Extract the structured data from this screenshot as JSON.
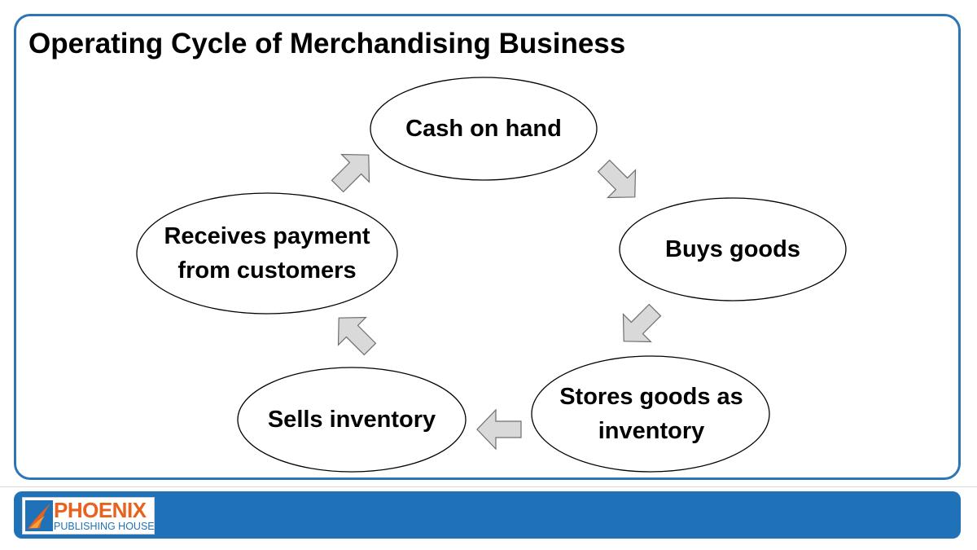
{
  "slide": {
    "title": "Operating Cycle of Merchandising Business"
  },
  "cycle": {
    "nodes": [
      {
        "id": "cash",
        "label": "Cash on hand"
      },
      {
        "id": "buys",
        "label": "Buys goods"
      },
      {
        "id": "stores",
        "label": "Stores goods as inventory"
      },
      {
        "id": "sells",
        "label": "Sells inventory"
      },
      {
        "id": "receives",
        "label": "Receives payment from customers"
      }
    ],
    "arrow_color": "#d9d9d9"
  },
  "footer": {
    "logo_name": "PHOENIX",
    "logo_sub": "PUBLISHING HOUSE",
    "bar_color": "#1f72b8",
    "brand_color": "#e8611d"
  }
}
